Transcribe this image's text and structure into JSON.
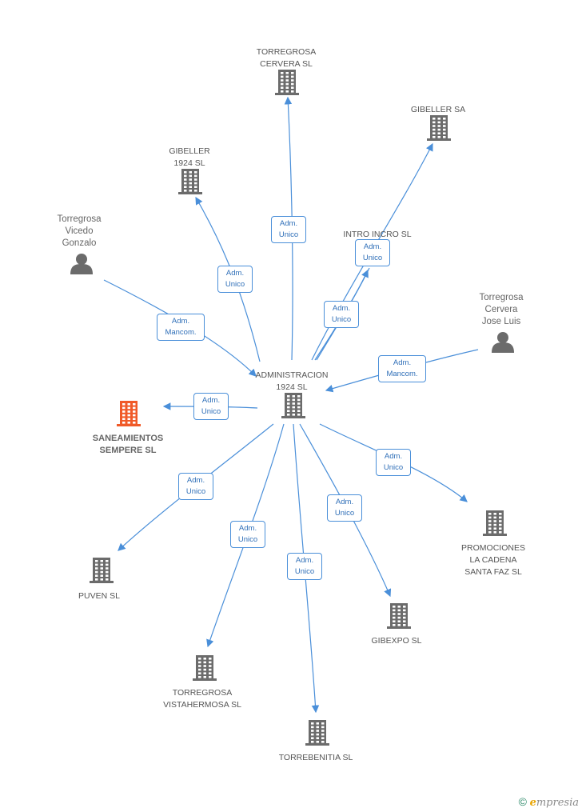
{
  "nodes": [
    {
      "id": "center",
      "label": "ADMINISTRACION\n1924 SL",
      "kind": "company"
    },
    {
      "id": "torregrosa_cervera_sl",
      "label": "TORREGROSA\nCERVERA SL",
      "kind": "company"
    },
    {
      "id": "gibeller_sa",
      "label": "GIBELLER SA",
      "kind": "company"
    },
    {
      "id": "gibeller_1924",
      "label": "GIBELLER\n1924 SL",
      "kind": "company"
    },
    {
      "id": "intro_incro",
      "label": "INTRO INCRO SL",
      "kind": "company"
    },
    {
      "id": "torregrosa_vicedo",
      "label": "Torregrosa\nVicedo\nGonzalo",
      "kind": "person"
    },
    {
      "id": "torregrosa_cervera_jl",
      "label": "Torregrosa\nCervera\nJose Luis",
      "kind": "person"
    },
    {
      "id": "saneamientos",
      "label": "SANEAMIENTOS\nSEMPERE SL",
      "kind": "company",
      "highlight": true
    },
    {
      "id": "puven",
      "label": "PUVEN SL",
      "kind": "company"
    },
    {
      "id": "torregrosa_vistahermosa",
      "label": "TORREGROSA\nVISTAHERMOSA SL",
      "kind": "company"
    },
    {
      "id": "torrebenitia",
      "label": "TORREBENITIA SL",
      "kind": "company"
    },
    {
      "id": "gibexpo",
      "label": "GIBEXPO SL",
      "kind": "company"
    },
    {
      "id": "promociones",
      "label": "PROMOCIONES\nLA CADENA\nSANTA FAZ SL",
      "kind": "company"
    }
  ],
  "edges": [
    {
      "from": "center",
      "to": "torregrosa_cervera_sl",
      "label": "Adm.\nUnico"
    },
    {
      "from": "center",
      "to": "gibeller_1924",
      "label": "Adm.\nUnico"
    },
    {
      "from": "center",
      "to": "gibeller_sa",
      "label": "Adm.\nUnico"
    },
    {
      "from": "center",
      "to": "intro_incro",
      "label": "Adm.\nUnico"
    },
    {
      "from": "torregrosa_vicedo",
      "to": "center",
      "label": "Adm.\nMancom."
    },
    {
      "from": "torregrosa_cervera_jl",
      "to": "center",
      "label": "Adm.\nMancom."
    },
    {
      "from": "center",
      "to": "saneamientos",
      "label": "Adm.\nUnico"
    },
    {
      "from": "center",
      "to": "puven",
      "label": "Adm.\nUnico"
    },
    {
      "from": "center",
      "to": "torregrosa_vistahermosa",
      "label": "Adm.\nUnico"
    },
    {
      "from": "center",
      "to": "torrebenitia",
      "label": "Adm.\nUnico"
    },
    {
      "from": "center",
      "to": "gibexpo",
      "label": "Adm.\nUnico"
    },
    {
      "from": "center",
      "to": "promociones",
      "label": "Adm.\nUnico"
    }
  ],
  "colors": {
    "line": "#4a8fd9",
    "icon": "#6b6b6b",
    "highlight": "#f05a28",
    "badge_text": "#2f6fb8"
  },
  "brand": {
    "symbol": "©",
    "e": "e",
    "rest": "mpresia"
  }
}
